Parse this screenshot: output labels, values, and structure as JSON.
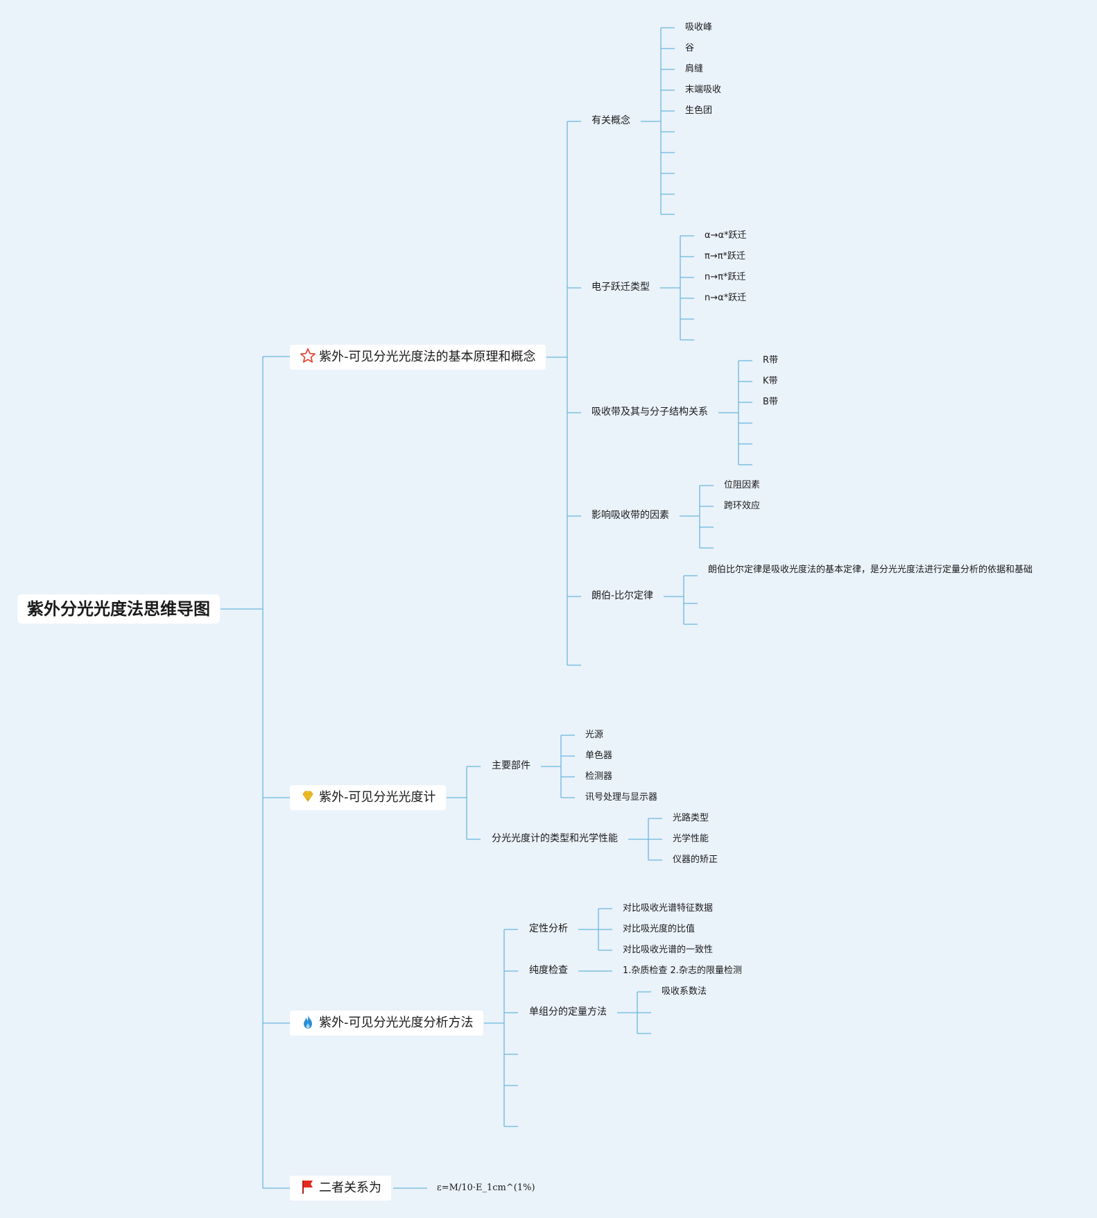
{
  "root": {
    "title": "紫外分光光度法思维导图"
  },
  "colors": {
    "line": "#69b7de",
    "background": "#eaf2fa",
    "star": "#e24a3b",
    "diamond": "#f2c230",
    "flame": "#2a8fd6",
    "flag": "#e42a1f"
  },
  "branches": [
    {
      "title": "紫外-可见分光光度法的基本原理和概念",
      "icon": "star-icon",
      "children": [
        {
          "title": "有关概念",
          "leaves": [
            "吸收峰",
            "谷",
            "肩缝",
            "末端吸收",
            "生色团",
            "",
            "",
            "",
            "",
            ""
          ]
        },
        {
          "title": "电子跃迁类型",
          "leaves": [
            "α→α*跃迁",
            "π→π*跃迁",
            "n→π*跃迁",
            "n→α*跃迁",
            "",
            ""
          ]
        },
        {
          "title": "吸收带及其与分子结构关系",
          "leaves": [
            "R带",
            "K带",
            "B带",
            "",
            "",
            ""
          ]
        },
        {
          "title": "影响吸收带的因素",
          "leaves": [
            "位阻因素",
            "跨环效应",
            "",
            ""
          ]
        },
        {
          "title": "朗伯-比尔定律",
          "leaves": [
            "朗伯比尔定律是吸收光度法的基本定律，是分光光度法进行定量分析的依据和基础",
            "",
            ""
          ]
        },
        {
          "title": "",
          "leaves": []
        }
      ]
    },
    {
      "title": "紫外-可见分光光度计",
      "icon": "diamond-icon",
      "children": [
        {
          "title": "主要部件",
          "leaves": [
            "光源",
            "单色器",
            "检测器",
            "讯号处理与显示器"
          ]
        },
        {
          "title": "分光光度计的类型和光学性能",
          "leaves": [
            "光路类型",
            "光学性能",
            "仪器的矫正"
          ]
        }
      ]
    },
    {
      "title": "紫外-可见分光光度分析方法",
      "icon": "flame-icon",
      "children": [
        {
          "title": "定性分析",
          "leaves": [
            "对比吸收光谱特征数据",
            "对比吸光度的比值",
            "对比吸收光谱的一致性"
          ]
        },
        {
          "title": "纯度检查",
          "leaves": [
            "1.杂质检查 2.杂志的限量检测"
          ]
        },
        {
          "title": "单组分的定量方法",
          "leaves": [
            "吸收系数法",
            "",
            ""
          ]
        },
        {
          "title": "",
          "leaves": []
        },
        {
          "title": "",
          "leaves": []
        },
        {
          "title": "",
          "leaves": []
        }
      ]
    },
    {
      "title": "二者关系为",
      "icon": "flag-icon",
      "children": [
        {
          "title": "ε=M/10·E_1cm^(1%)",
          "leaves": []
        }
      ]
    }
  ]
}
